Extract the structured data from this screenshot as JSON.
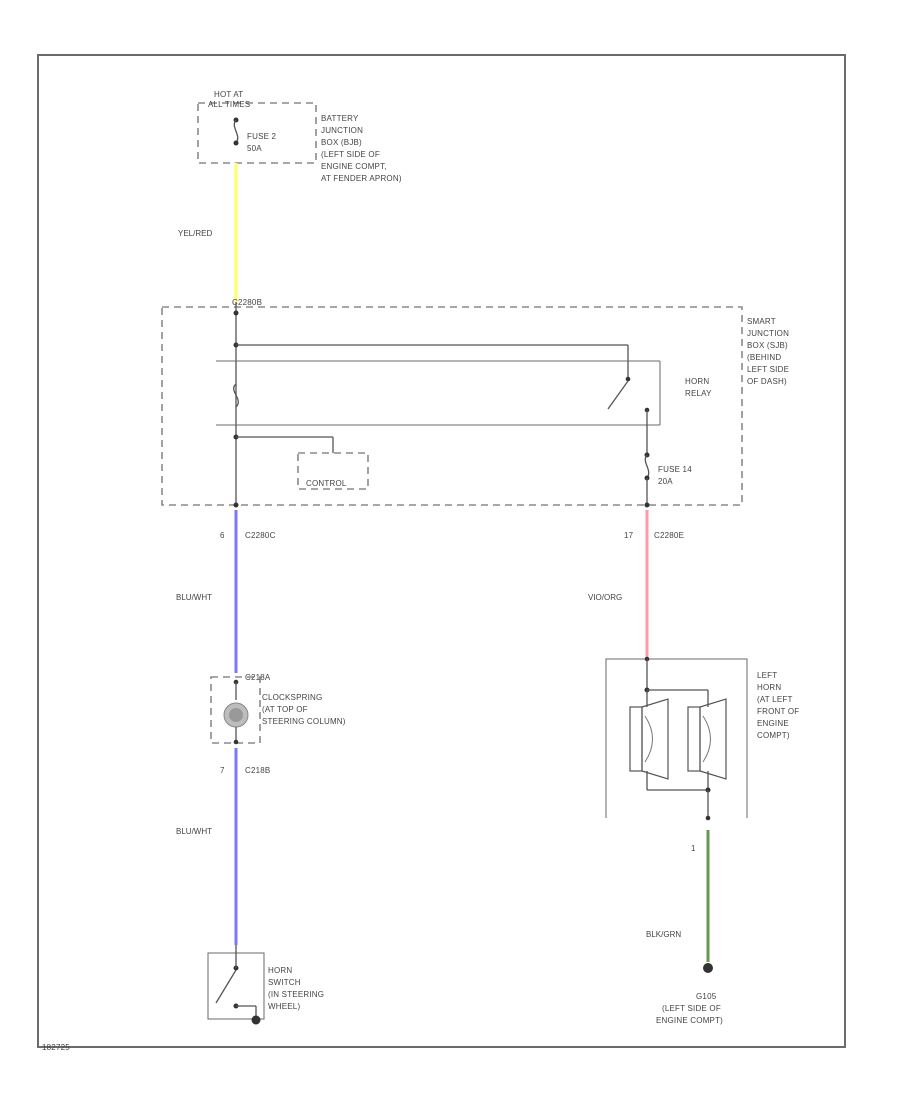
{
  "diagram": {
    "power_source": {
      "hot_at": [
        "HOT AT",
        "ALL TIMES"
      ],
      "fuse_label": [
        "FUSE 2",
        "50A"
      ],
      "box_label": [
        "BATTERY",
        "JUNCTION",
        "BOX (BJB)",
        "(LEFT SIDE OF",
        "ENGINE COMPT,",
        "AT FENDER APRON)"
      ]
    },
    "wires": {
      "yel_red": "YEL/RED",
      "blu_wht_upper": "BLU/WHT",
      "blu_wht_lower": "BLU/WHT",
      "vio_org": "VIO/ORG",
      "blk_grn": "BLK/GRN"
    },
    "wire_colors": {
      "yel_red": "#ffff66",
      "blu_wht": "#7777ff",
      "vio_org": "#ff99aa",
      "blk_grn": "#669955"
    },
    "sjb": {
      "top_connector": "C2280B",
      "box_label": [
        "SMART",
        "JUNCTION",
        "BOX (SJB)",
        "(BEHIND",
        "LEFT SIDE",
        "OF DASH)"
      ],
      "relay_label": [
        "HORN",
        "RELAY"
      ],
      "control_label": "CONTROL",
      "fuse_label": [
        "FUSE 14",
        "20A"
      ],
      "left_pin": "6",
      "left_connector": "C2280C",
      "right_pin": "17",
      "right_connector": "C2280E"
    },
    "clockspring": {
      "top_connector": "C218A",
      "label": [
        "CLOCKSPRING",
        "(AT TOP OF",
        "STEERING COLUMN)"
      ],
      "bottom_pin": "7",
      "bottom_connector": "C218B"
    },
    "horn_switch": {
      "label": [
        "HORN",
        "SWITCH",
        "(IN STEERING",
        "WHEEL)"
      ]
    },
    "horn": {
      "label": [
        "LEFT",
        "HORN",
        "(AT LEFT",
        "FRONT OF",
        "ENGINE",
        "COMPT)"
      ],
      "pin": "1"
    },
    "ground": {
      "id": "G105",
      "label": [
        "(LEFT SIDE OF",
        "ENGINE COMPT)"
      ]
    },
    "figure_code": "182725"
  }
}
